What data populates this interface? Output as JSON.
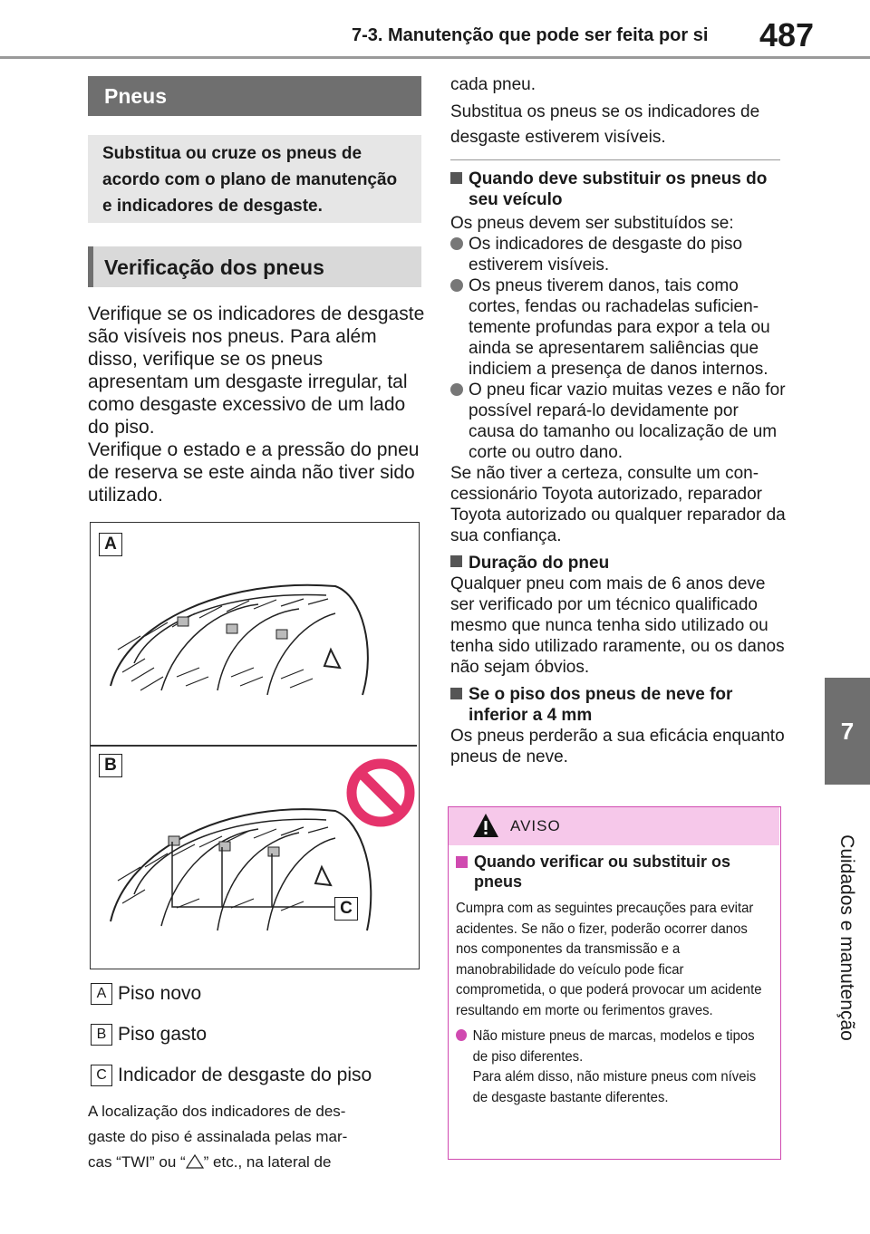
{
  "header": {
    "title": "7-3. Manutenção que pode ser feita por si",
    "page_number": "487"
  },
  "side_tab": {
    "number": "7",
    "label": "Cuidados e manutenção"
  },
  "left": {
    "section_title": "Pneus",
    "intro_box": "Substitua ou cruze os pneus de acordo com o plano de manuten­ção e indicadores de desgaste.",
    "subsection_title": "Verificação dos pneus",
    "paragraph_1": "Verifique se os indicadores de des­gaste são visíveis nos pneus. Para além disso, verifique se os pneus apresentam um desgaste irregular, tal como desgaste excessivo de um lado do piso.",
    "paragraph_2": "Verifique o estado e a pressão do pneu de reserva se este ainda não tiver sido utilizado.",
    "figure_labels": {
      "a": "A",
      "b": "B",
      "c": "C"
    },
    "legend": [
      {
        "key": "A",
        "text": "Piso novo"
      },
      {
        "key": "B",
        "text": "Piso gasto"
      },
      {
        "key": "C",
        "text": "Indicador de desgaste do piso"
      }
    ],
    "note_line_1": "A localização dos indicadores de des-",
    "note_line_2": "gaste do piso é assinalada pelas mar-",
    "note_line_3a": "cas “TWI” ou “",
    "note_line_3b": "” etc., na lateral de"
  },
  "right": {
    "cont_line_1": "cada pneu.",
    "cont_line_2": "Substitua os pneus se os indicadores de desgaste estiverem visíveis.",
    "h1": "Quando deve substituir os pneus do seu veículo",
    "h1_intro": "Os pneus devem ser substituídos se:",
    "h1_bullets": [
      "Os indicadores de desgaste do piso estiverem visíveis.",
      "Os pneus tiverem danos, tais como cortes, fendas ou rachadelas suficien­temente profundas para expor a tela ou ainda se apresentarem saliências que indiciem a presença de danos internos.",
      "O pneu ficar vazio muitas vezes e não for possível repará-lo devidamente por causa do tamanho ou localização de um corte ou outro dano."
    ],
    "h1_outro": "Se não tiver a certeza, consulte um con­cessionário Toyota autorizado, repara­dor Toyota autorizado ou qualquer reparador da sua confiança.",
    "h2": "Duração do pneu",
    "h2_text": "Qualquer pneu com mais de 6 anos deve ser verificado por um técnico quali­ficado mesmo que nunca tenha sido uti­lizado ou tenha sido utilizado raramente, ou os danos não sejam óbvios.",
    "h3": "Se o piso dos pneus de neve for inferior a 4 mm",
    "h3_text": "Os pneus perderão a sua eficácia enquanto pneus de neve."
  },
  "aviso": {
    "title": "AVISO",
    "heading": "Quando verificar ou substituir os pneus",
    "text": "Cumpra com as seguintes precauções para evitar acidentes. Se não o fizer, poderão ocorrer danos nos componentes da transmissão e a manobrabilidade do veículo pode ficar comprometida, o que poderá provocar um acidente resultando em morte ou ferimentos graves.",
    "bullet_1": "Não misture pneus de marcas, modelos e tipos de piso diferentes.",
    "bullet_1b": "Para além disso, não misture pneus com níveis de desgaste bastante dife­rentes."
  },
  "colors": {
    "section_bar": "#6f6f6f",
    "aviso_accent": "#d04ab0",
    "aviso_header": "#f6c8ea",
    "prohibit": "#e5336b"
  }
}
